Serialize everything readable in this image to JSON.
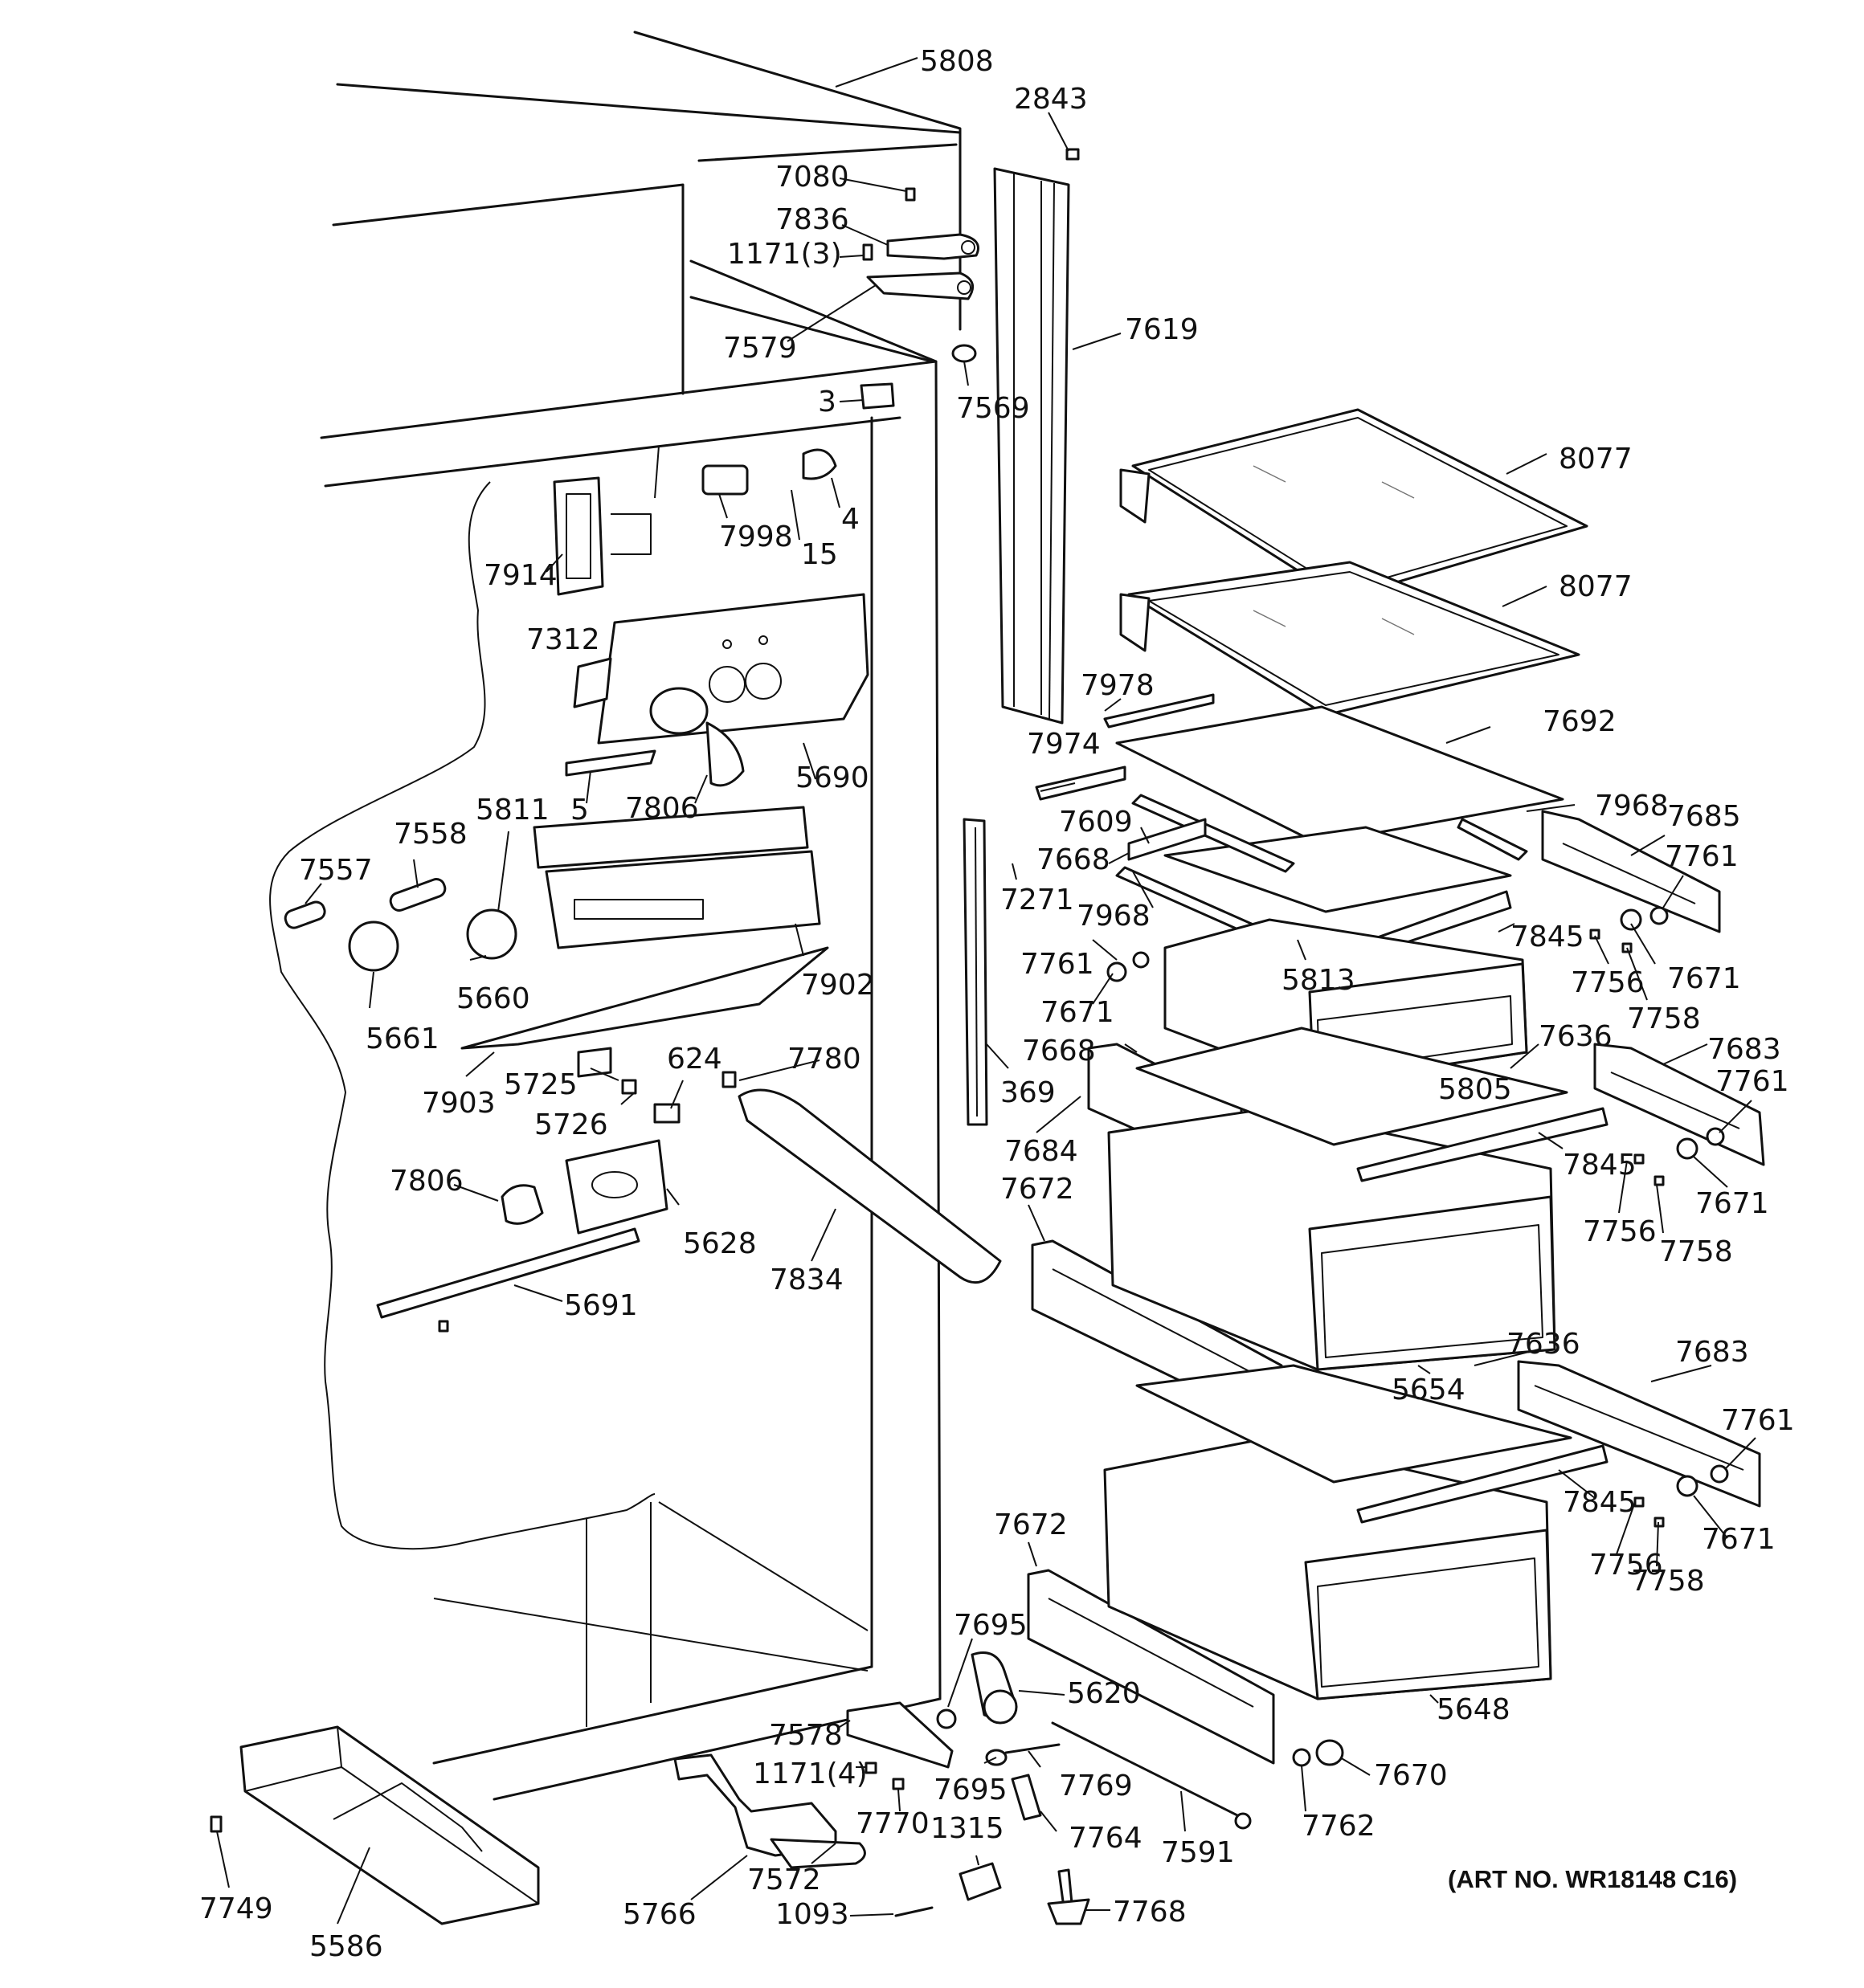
{
  "art_number": "(ART NO. WR18148 C16)",
  "labels": {
    "p5808": "5808",
    "p2843": "2843",
    "p7080": "7080",
    "p7836": "7836",
    "p1171_3": "1171(3)",
    "p7619": "7619",
    "p7579": "7579",
    "p7569": "7569",
    "p3": "3",
    "p8077a": "8077",
    "p8077b": "8077",
    "p7998": "7998",
    "p15": "15",
    "p4": "4",
    "p7914": "7914",
    "p7312": "7312",
    "p5690": "5690",
    "p5": "5",
    "p7806a": "7806",
    "p7978": "7978",
    "p7692": "7692",
    "p7974": "7974",
    "p7609": "7609",
    "p7968a": "7968",
    "p7685": "7685",
    "p5811": "5811",
    "p7558": "7558",
    "p7668a": "7668",
    "p7761a": "7761",
    "p7557": "7557",
    "p7271": "7271",
    "p7968b": "7968",
    "p7845a": "7845",
    "p7761b": "7761",
    "p5813": "5813",
    "p7756a": "7756",
    "p7671a": "7671",
    "p7758a": "7758",
    "p5660": "5660",
    "p7902": "7902",
    "p7671b": "7671",
    "p5661": "5661",
    "p7668b": "7668",
    "p7636a": "7636",
    "p7683a": "7683",
    "p624": "624",
    "p7780": "7780",
    "p5725": "5725",
    "p7903": "7903",
    "p369": "369",
    "p5805": "5805",
    "p7761c": "7761",
    "p5726": "5726",
    "p7684": "7684",
    "p7845b": "7845",
    "p7672a": "7672",
    "p7671c": "7671",
    "p7806b": "7806",
    "p7756b": "7756",
    "p5628": "5628",
    "p7758b": "7758",
    "p7834": "7834",
    "p5691": "5691",
    "p7636b": "7636",
    "p7683b": "7683",
    "p5654": "5654",
    "p7761d": "7761",
    "p7845c": "7845",
    "p7671d": "7671",
    "p7672b": "7672",
    "p7756c": "7756",
    "p7758c": "7758",
    "p7695a": "7695",
    "p5620": "5620",
    "p5648": "5648",
    "p7578": "7578",
    "p1171_4": "1171(4)",
    "p7695b": "7695",
    "p7769": "7769",
    "p7670": "7670",
    "p7770": "7770",
    "p1315": "1315",
    "p7764": "7764",
    "p7762": "7762",
    "p7591": "7591",
    "p7749": "7749",
    "p7572": "7572",
    "p5766": "5766",
    "p1093": "1093",
    "p7768": "7768",
    "p5586": "5586"
  }
}
